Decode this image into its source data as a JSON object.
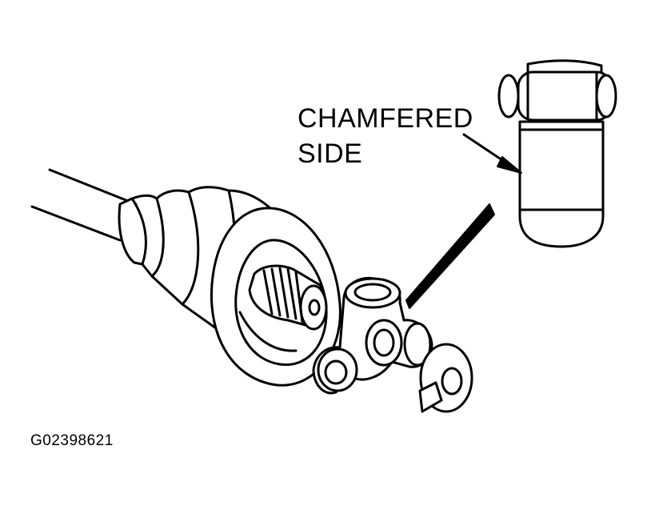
{
  "callout": {
    "line1": "CHAMFERED",
    "line2": "SIDE"
  },
  "figure_id": "G02398621",
  "colors": {
    "ink": "#000000",
    "background": "#ffffff"
  },
  "icons": [
    "axle-shaft-icon",
    "cv-boot-icon",
    "spline-shaft-icon",
    "tripod-spider-icon",
    "snap-ring-icon",
    "roller-detail-icon",
    "pointer-arrow-icon",
    "leader-wedge-icon"
  ]
}
